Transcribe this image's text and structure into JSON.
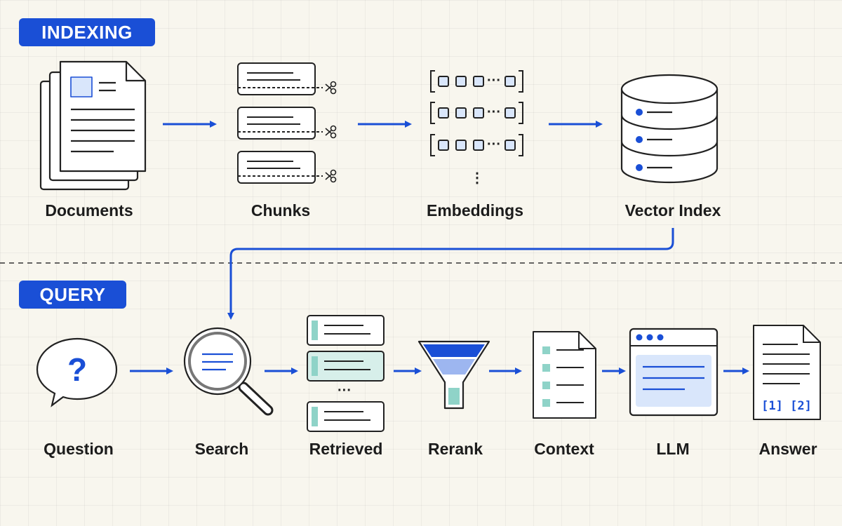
{
  "colors": {
    "accent": "#1a4fd6",
    "ink": "#222222",
    "teal": "#8fd3c8",
    "light_blue": "#d9e6fb",
    "mid_blue": "#9db6f0",
    "background": "#f8f6ee"
  },
  "sections": {
    "indexing": "INDEXING",
    "query": "QUERY"
  },
  "indexing_steps": [
    {
      "label": "Documents",
      "icon": "document-stack-icon"
    },
    {
      "label": "Chunks",
      "icon": "chunks-scissors-icon"
    },
    {
      "label": "Embeddings",
      "icon": "embeddings-vectors-icon"
    },
    {
      "label": "Vector Index",
      "icon": "database-icon"
    }
  ],
  "query_steps": [
    {
      "label": "Question",
      "icon": "question-bubble-icon"
    },
    {
      "label": "Search",
      "icon": "magnifier-icon"
    },
    {
      "label": "Retrieved",
      "icon": "retrieved-list-icon"
    },
    {
      "label": "Rerank",
      "icon": "funnel-icon"
    },
    {
      "label": "Context",
      "icon": "context-doc-icon"
    },
    {
      "label": "LLM",
      "icon": "llm-window-icon"
    },
    {
      "label": "Answer",
      "icon": "answer-doc-icon"
    }
  ],
  "glyphs": {
    "question_mark": "?",
    "ellipsis": "···",
    "vertical_ellipsis": "⋮",
    "citations": "[1] [2]"
  }
}
